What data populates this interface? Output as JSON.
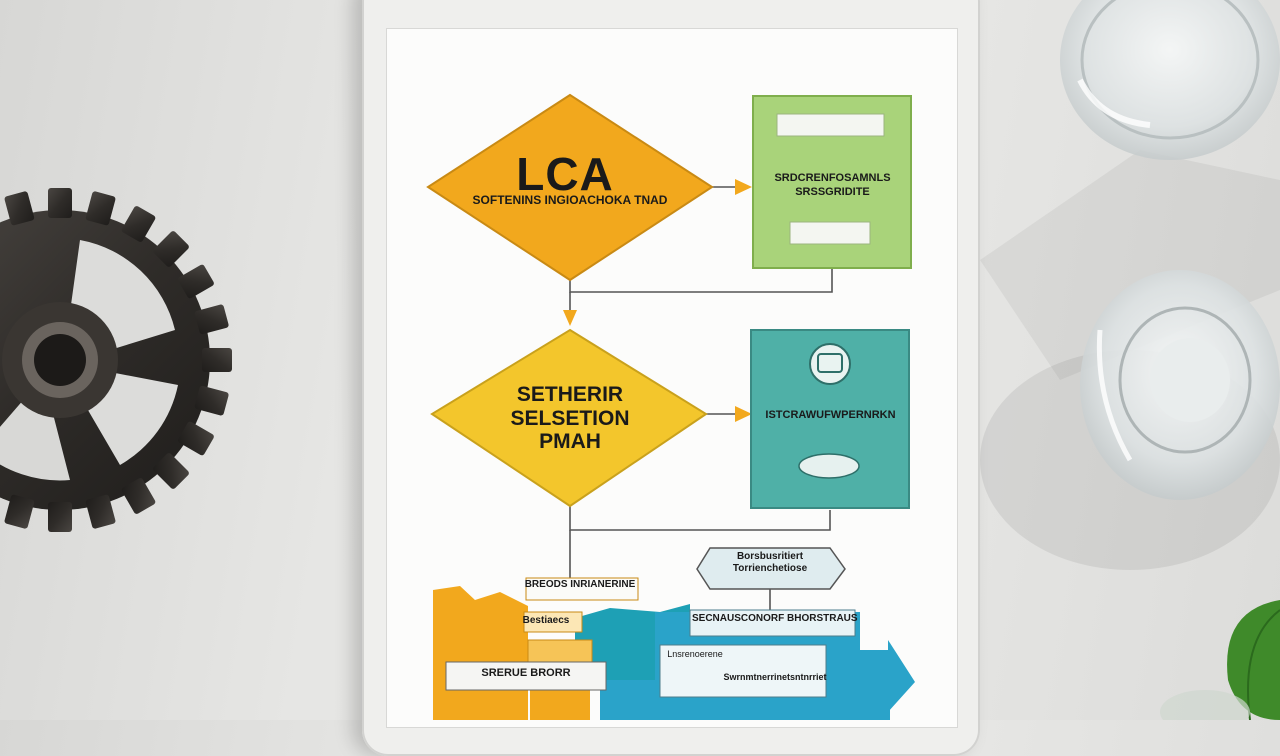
{
  "diagram": {
    "decision_1": {
      "title": "LCA",
      "subtitle": "SOFTENINS INGIOACHOKA TNAD"
    },
    "decision_2": {
      "line1": "SETHERIR",
      "line2": "SELSETION",
      "line3": "PMAH"
    },
    "box_green": {
      "text": "SRDCRENFOSAMNLS SRSSGRIDITE"
    },
    "box_teal": {
      "text": "ISTCRAWUFWPERNRKN"
    },
    "bottom_labels": {
      "label_1": "BREODS INRIANERINE",
      "label_2": "Bestiaecs",
      "label_3": "Borsbusritiert Torrienchetiose",
      "label_4": "SECNAUSCONORF BHORSTRAUS",
      "label_5": "SRERUE BRORR",
      "label_6": "Lnsrenoerene",
      "label_7": "Swrnmtnerrinetsntnrriet"
    }
  },
  "colors": {
    "orange": "#f2a81d",
    "yellow": "#f3c62c",
    "green": "#a9d37a",
    "teal": "#4fb0a7",
    "blue": "#2aa3c9"
  },
  "icons": [
    "gear-icon",
    "badge-icon"
  ]
}
